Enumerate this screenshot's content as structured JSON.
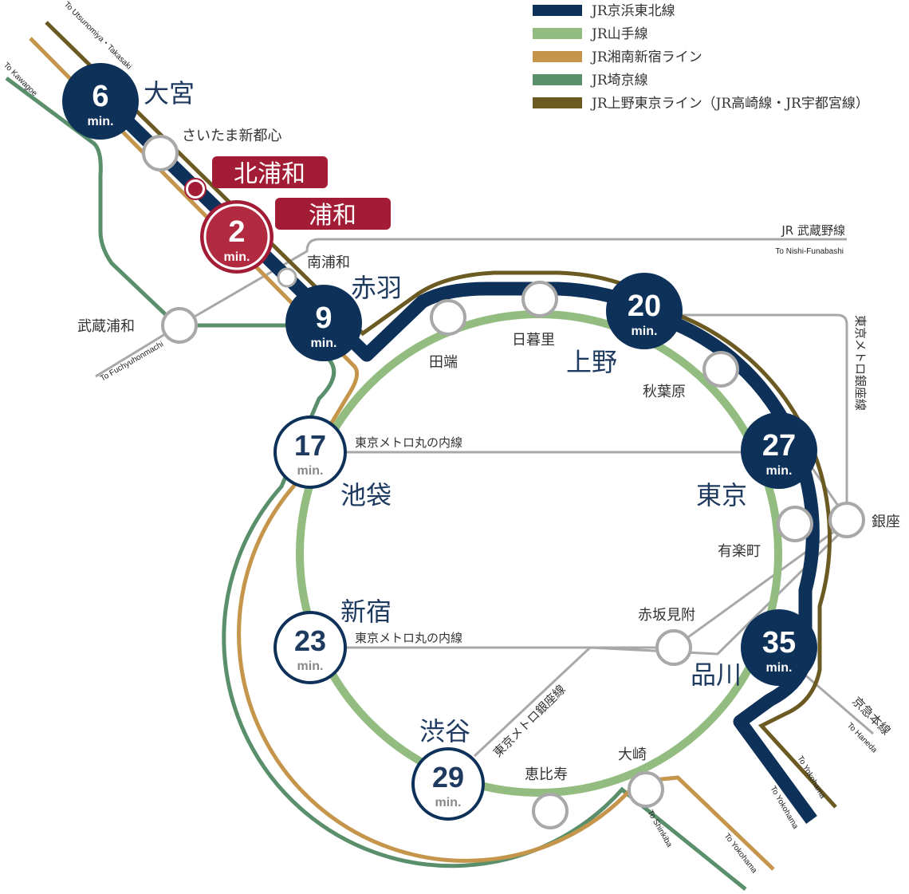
{
  "legend": [
    {
      "label": "JR京浜東北線",
      "color": "#0d3158"
    },
    {
      "label": "JR山手線",
      "color": "#93bd80"
    },
    {
      "label": "JR湘南新宿ライン",
      "color": "#c4954a"
    },
    {
      "label": "JR埼京線",
      "color": "#5a8f6c"
    },
    {
      "label": "JR上野東京ライン（JR高崎線・JR宇都宮線）",
      "color": "#6b5a22"
    }
  ],
  "stations": {
    "omiya": "大宮",
    "saitama_shintoshin": "さいたま新都心",
    "kita_urawa": "北浦和",
    "urawa": "浦和",
    "minami_urawa": "南浦和",
    "musashi_urawa": "武蔵浦和",
    "akabane": "赤羽",
    "tabata": "田端",
    "nippori": "日暮里",
    "ueno": "上野",
    "akihabara": "秋葉原",
    "tokyo": "東京",
    "yurakucho": "有楽町",
    "ginza": "銀座",
    "ikebukuro": "池袋",
    "shinjuku": "新宿",
    "akasaka_mitsuke": "赤坂見附",
    "shinagawa": "品川",
    "shibuya": "渋谷",
    "ebisu": "恵比寿",
    "osaki": "大崎"
  },
  "times": {
    "omiya": "6",
    "urawa": "2",
    "akabane": "9",
    "ueno": "20",
    "tokyo": "27",
    "ikebukuro": "17",
    "shinjuku": "23",
    "shinagawa": "35",
    "shibuya": "29",
    "unit": "min."
  },
  "lines": {
    "musashino": "JR 武蔵野線",
    "marunouchi": "東京メトロ丸の内線",
    "ginza_line": "東京メトロ銀座線",
    "keikyu": "京急本線"
  },
  "destinations": {
    "utsunomiya": "To Utsunomiya・Takasaki",
    "kawagoe": "To Kawagoe",
    "fuchu": "To Fuchyuhonmachi",
    "nishi_funabashi": "To Nishi-Funabashi",
    "haneda": "To Haneda",
    "yokohama": "To Yokohama",
    "shinkiba": "To Shinkiba"
  },
  "colors": {
    "keihin_tohoku": "#0d3158",
    "yamanote": "#93bd80",
    "shonan": "#c4954a",
    "saikyo": "#5a8f6c",
    "ueno_tokyo": "#6b5a22",
    "subway": "#a8a8a8",
    "highlight": "#a21c35"
  }
}
